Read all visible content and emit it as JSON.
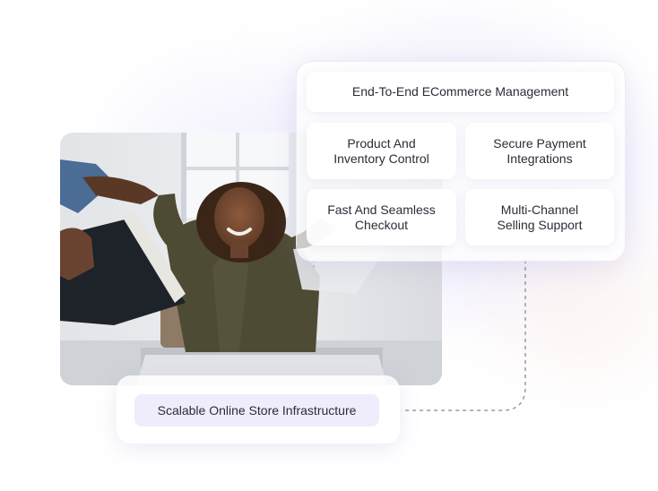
{
  "header": {
    "title": "End-To-End ECommerce Management"
  },
  "features": [
    {
      "line1": "Product And",
      "line2": "Inventory Control"
    },
    {
      "line1": "Secure Payment",
      "line2": "Integrations"
    },
    {
      "line1": "Fast And Seamless",
      "line2": "Checkout"
    },
    {
      "line1": "Multi-Channel",
      "line2": "Selling Support"
    }
  ],
  "footer": {
    "label": "Scalable Online Store Infrastructure"
  }
}
